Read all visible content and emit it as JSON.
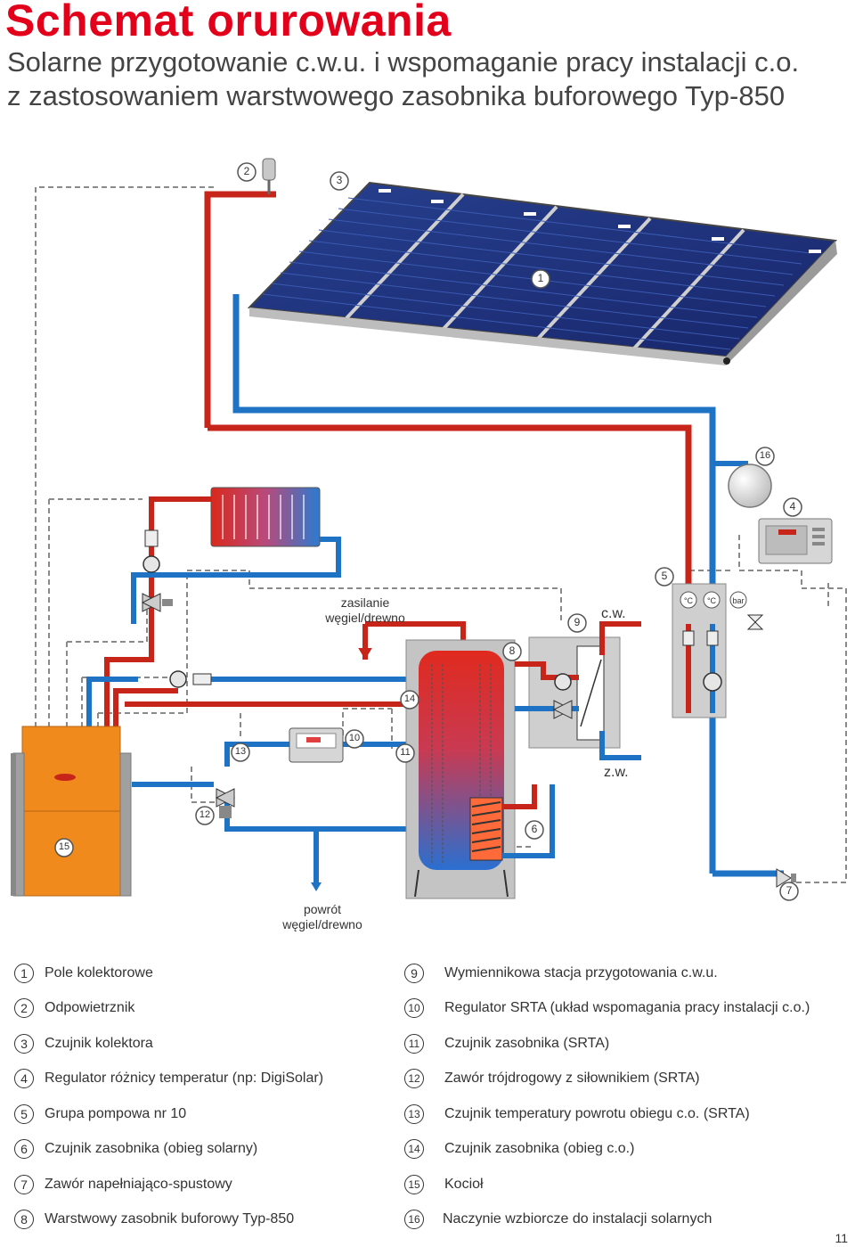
{
  "header": {
    "title": "Schemat orurowania",
    "subtitle_line1": "Solarne przygotowanie c.w.u. i wspomaganie pracy instalacji c.o.",
    "subtitle_line2": "z zastosowaniem warstwowego zasobnika buforowego Typ-850"
  },
  "diagram": {
    "label_supply": "zasilanie\nwęgiel/drewno",
    "label_return": "powrót\nwęgiel/drewno",
    "label_cw": "c.w.",
    "label_zw": "z.w.",
    "gauge1": "°C",
    "gauge2": "°C",
    "gauge3": "bar",
    "callouts": [
      "1",
      "2",
      "3",
      "4",
      "5",
      "6",
      "7",
      "8",
      "9",
      "10",
      "11",
      "12",
      "13",
      "14",
      "15",
      "16"
    ],
    "colors": {
      "hot": "#d9291c",
      "cold": "#1f73c4",
      "boiler": "#f08a1c",
      "panel": "#1c2e7a"
    }
  },
  "legend": [
    {
      "num": "1",
      "text": "Pole kolektorowe"
    },
    {
      "num": "2",
      "text": "Odpowietrznik"
    },
    {
      "num": "3",
      "text": "Czujnik kolektora"
    },
    {
      "num": "4",
      "text": "Regulator różnicy temperatur (np: DigiSolar)"
    },
    {
      "num": "5",
      "text": "Grupa pompowa nr 10"
    },
    {
      "num": "6",
      "text": "Czujnik zasobnika (obieg solarny)"
    },
    {
      "num": "7",
      "text": "Zawór napełniająco-spustowy"
    },
    {
      "num": "8",
      "text": "Warstwowy zasobnik buforowy Typ-850"
    },
    {
      "num": "9",
      "text": "Wymiennikowa stacja przygotowania c.w.u."
    },
    {
      "num": "10",
      "text": "Regulator SRTA (układ wspomagania pracy instalacji c.o.)"
    },
    {
      "num": "11",
      "text": "Czujnik zasobnika (SRTA)"
    },
    {
      "num": "12",
      "text": "Zawór trójdrogowy z siłownikiem (SRTA)"
    },
    {
      "num": "13",
      "text": "Czujnik temperatury powrotu obiegu c.o. (SRTA)"
    },
    {
      "num": "14",
      "text": "Czujnik zasobnika (obieg c.o.)"
    },
    {
      "num": "15",
      "text": "Kocioł"
    },
    {
      "num": "16",
      "text": "Naczynie wzbiorcze do instalacji solarnych"
    }
  ],
  "page_number": "11"
}
